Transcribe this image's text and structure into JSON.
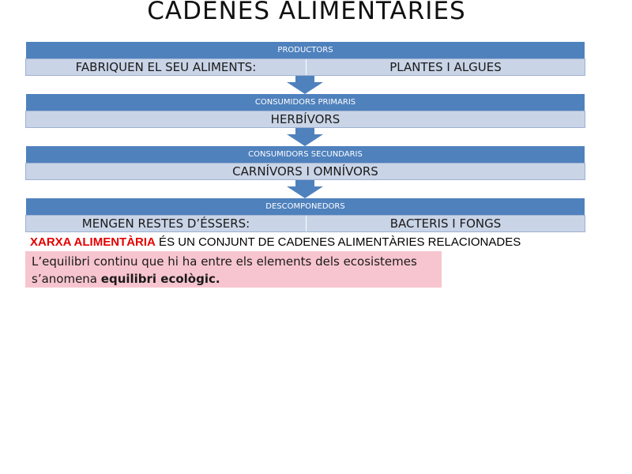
{
  "title": "CADENES ALIMENTÀRIES",
  "chain": [
    {
      "header": "PRODUCTORS",
      "left": "FABRIQUEN EL SEU ALIMENTS:",
      "right": "PLANTES I ALGUES"
    },
    {
      "header": "CONSUMIDORS PRIMARIS",
      "body": "HERBÍVORS"
    },
    {
      "header": "CONSUMIDORS SECUNDARIS",
      "body": "CARNÍVORS I OMNÍVORS"
    },
    {
      "header": "DESCOMPONEDORS",
      "left": "MENGEN RESTES D’ÉSSERS:",
      "right": "BACTERIS I FONGS"
    }
  ],
  "definition": {
    "term": "XARXA ALIMENTÀRIA",
    "text": " ÉS UN CONJUNT DE CADENES ALIMENTÀRIES RELACIONADES"
  },
  "note": {
    "line1": "L’equilibri continu que hi ha entre els elements dels ecosistemes",
    "line2_prefix": "s’anomena ",
    "line2_bold": "equilibri ecològic."
  },
  "colors": {
    "header_blue": "#4f81bd",
    "body_light_blue": "#c9d4e7",
    "term_red": "#e30000",
    "note_pink": "#f7c5cf"
  }
}
